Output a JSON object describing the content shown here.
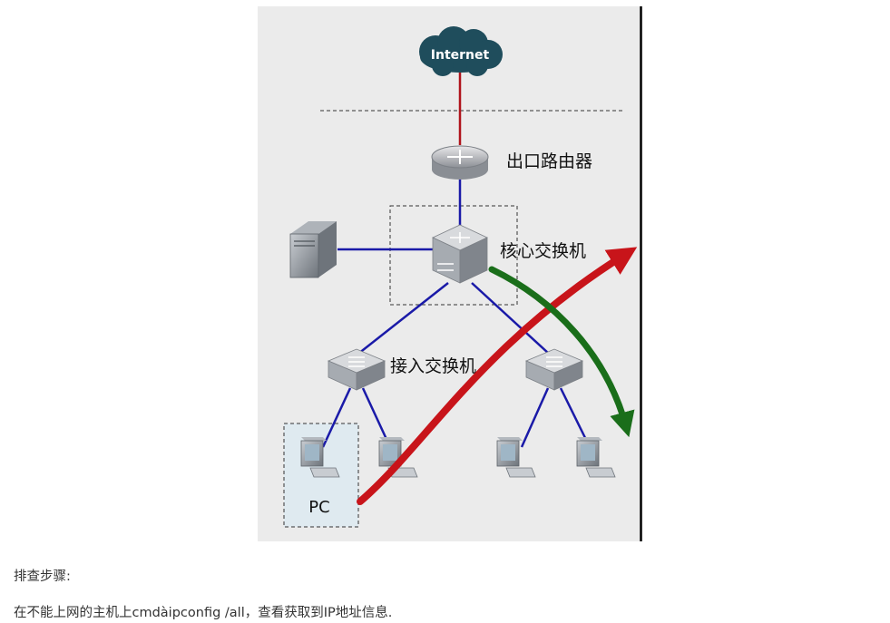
{
  "diagram": {
    "internet_label": "Internet",
    "router_label": "出口路由器",
    "core_switch_label": "核心交换机",
    "access_switch_label": "接入交换机",
    "pc_label": "PC",
    "colors": {
      "background": "#ebebeb",
      "uplink": "#b0141c",
      "link": "#1a1aa8",
      "cloud": "#1f4d5c",
      "red_arrow": "#c8141a",
      "green_arrow": "#1a6e1a"
    }
  },
  "text": {
    "step_heading": "排查步骤:",
    "step_1": "在不能上网的主机上cmdàipconfig /all，查看获取到IP地址信息."
  }
}
